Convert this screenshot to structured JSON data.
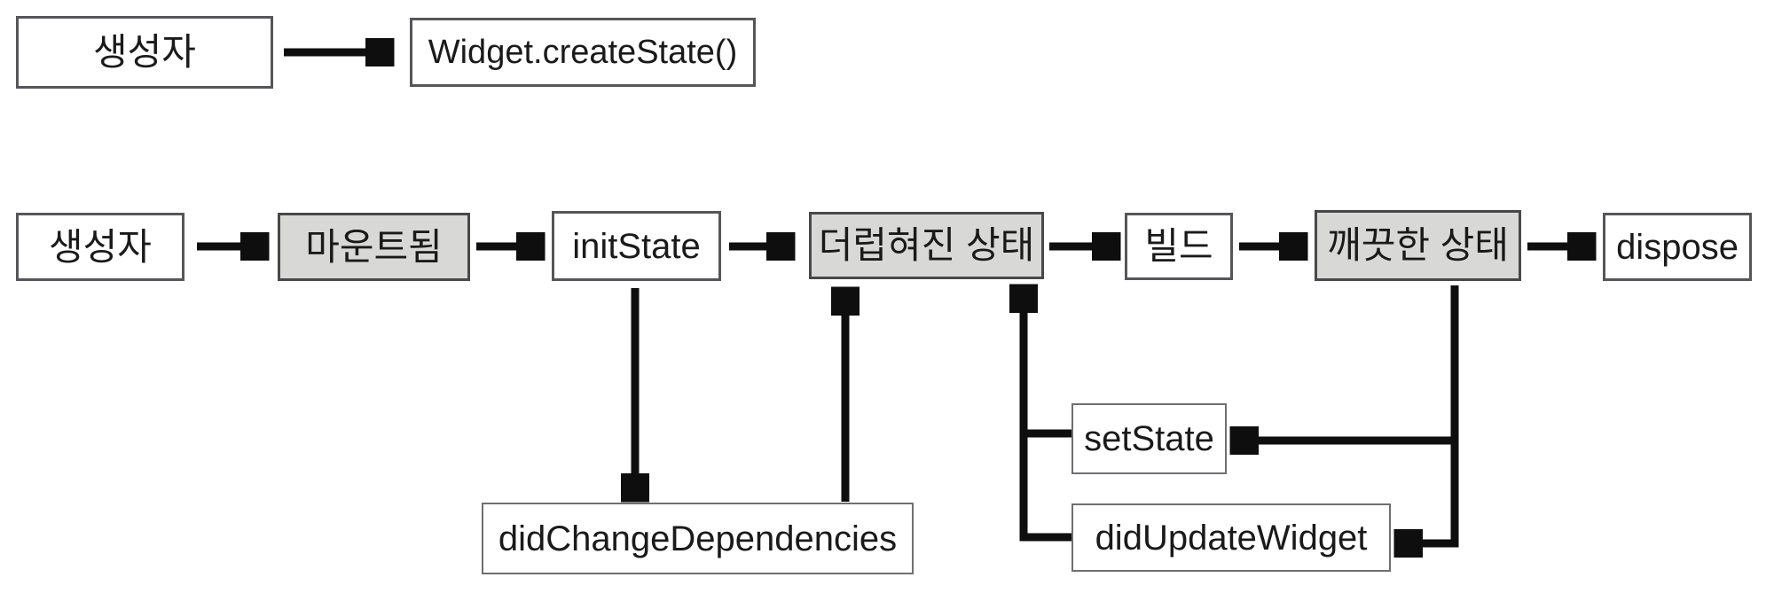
{
  "diagram": {
    "description": "StatefulWidget lifecycle flow diagram",
    "colors": {
      "background": "#ffffff",
      "state_box_fill": "#d8d8d6",
      "plain_box_fill": "#ffffff",
      "box_border": "#56565a",
      "arrow": "#0e0e0e",
      "text": "#1a1a1a"
    },
    "nodes": {
      "constructor_top": {
        "label": "생성자"
      },
      "widget_create_state": {
        "label": "Widget.createState()"
      },
      "constructor": {
        "label": "생성자"
      },
      "mounted": {
        "label": "마운트됨"
      },
      "init_state": {
        "label": "initState"
      },
      "dirty_state": {
        "label": "더럽혀진 상태"
      },
      "build": {
        "label": "빌드"
      },
      "clean_state": {
        "label": "깨끗한 상태"
      },
      "dispose": {
        "label": "dispose"
      },
      "did_change_dependencies": {
        "label": "didChangeDependencies"
      },
      "set_state": {
        "label": "setState"
      },
      "did_update_widget": {
        "label": "didUpdateWidget"
      }
    },
    "edges": [
      {
        "from": "생성자",
        "to": "Widget.createState()"
      },
      {
        "from": "생성자",
        "to": "마운트됨"
      },
      {
        "from": "마운트됨",
        "to": "initState"
      },
      {
        "from": "initState",
        "to": "더럽혀진 상태"
      },
      {
        "from": "더럽혀진 상태",
        "to": "빌드"
      },
      {
        "from": "빌드",
        "to": "깨끗한 상태"
      },
      {
        "from": "깨끗한 상태",
        "to": "dispose"
      },
      {
        "from": "initState",
        "to": "didChangeDependencies"
      },
      {
        "from": "didChangeDependencies",
        "to": "더럽혀진 상태"
      },
      {
        "from": "setState",
        "to": "더럽혀진 상태"
      },
      {
        "from": "didUpdateWidget",
        "to": "더럽혀진 상태"
      },
      {
        "from": "깨끗한 상태",
        "to": "setState"
      },
      {
        "from": "깨끗한 상태",
        "to": "didUpdateWidget"
      }
    ]
  }
}
